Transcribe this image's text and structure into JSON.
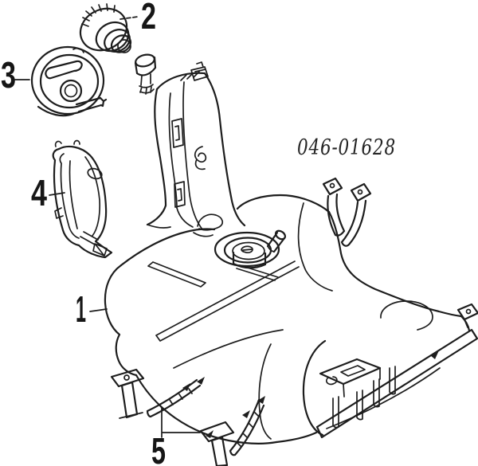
{
  "figure": {
    "part_code": "046-01628",
    "callouts": [
      {
        "label": "1",
        "part": "fuel-tank"
      },
      {
        "label": "2",
        "part": "fuel-filler-cap"
      },
      {
        "label": "3",
        "part": "filler-neck-flange"
      },
      {
        "label": "4",
        "part": "filler-neck-shield"
      },
      {
        "label": "5",
        "part": "tank-mounting-straps"
      }
    ],
    "colors": {
      "line": "#1d1d1d",
      "background": "#ffffff"
    }
  }
}
